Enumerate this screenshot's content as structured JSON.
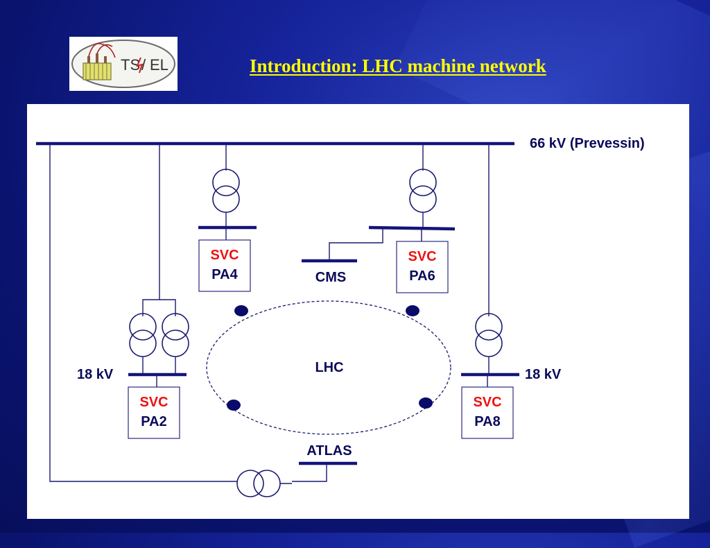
{
  "slide": {
    "title": "Introduction:  LHC machine network",
    "logo_text": "TS/EL"
  },
  "diagram": {
    "bus_66kv_label": "66 kV (Prevessin)",
    "svc_label": "SVC",
    "pa4_label": "PA4",
    "pa6_label": "PA6",
    "pa2_label": "PA2",
    "pa8_label": "PA8",
    "cms_label": "CMS",
    "lhc_label": "LHC",
    "atlas_label": "ATLAS",
    "left_18kv_label": "18 kV",
    "right_18kv_label": "18 kV"
  }
}
